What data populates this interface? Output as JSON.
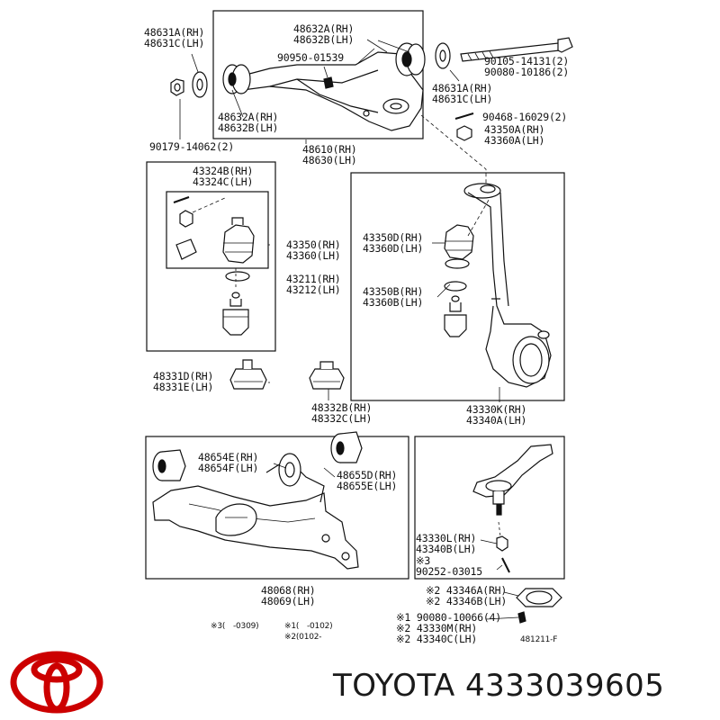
{
  "labels": {
    "l48631A_top": "48631A(RH)",
    "l48631C_top": "48631C(LH)",
    "l48632A_top": "48632A(RH)",
    "l48632B_top": "48632B(LH)",
    "l90950": "90950-01539",
    "l90105": "90105-14131(2)",
    "l90080_10186": "90080-10186(2)",
    "l48631A_r": "48631A(RH)",
    "l48631C_r": "48631C(LH)",
    "l48632A_b": "48632A(RH)",
    "l48632B_b": "48632B(LH)",
    "l90468": "90468-16029(2)",
    "l43350A": "43350A(RH)",
    "l43360A": "43360A(LH)",
    "l90179": "90179-14062(2)",
    "l48610": "48610(RH)",
    "l48630": "48630(LH)",
    "l43324B": "43324B(RH)",
    "l43324C": "43324C(LH)",
    "l43350": "43350(RH)",
    "l43360": "43360(LH)",
    "l43211": "43211(RH)",
    "l43212": "43212(LH)",
    "l43350D": "43350D(RH)",
    "l43360D": "43360D(LH)",
    "l43350B": "43350B(RH)",
    "l43360B": "43360B(LH)",
    "l48331D": "48331D(RH)",
    "l48331E": "48331E(LH)",
    "l48332B": "48332B(RH)",
    "l48332C": "48332C(LH)",
    "l43330K": "43330K(RH)",
    "l43340A": "43340A(LH)",
    "l48654E": "48654E(RH)",
    "l48654F": "48654F(LH)",
    "l48655D": "48655D(RH)",
    "l48655E": "48655E(LH)",
    "l43330L": "43330L(RH)",
    "l43340B": "43340B(LH)",
    "l3mark": "※3",
    "l90252": "90252-03015",
    "l48068": "48068(RH)",
    "l48069": "48069(LH)",
    "l43346A": "※2 43346A(RH)",
    "l43346B": "※2 43346B(LH)",
    "l90080_10066": "※1 90080-10066(4)",
    "l43330M": "※2 43330M(RH)",
    "l43340C": "※2 43340C(LH)",
    "n3": "※3(　-0309)",
    "n1": "※1(　-0102)",
    "n2": "※2(0102-　",
    "fig": "481211-F"
  },
  "brand": {
    "text": "TOYOTA 4333039605",
    "logo_color": "#cc0000"
  }
}
